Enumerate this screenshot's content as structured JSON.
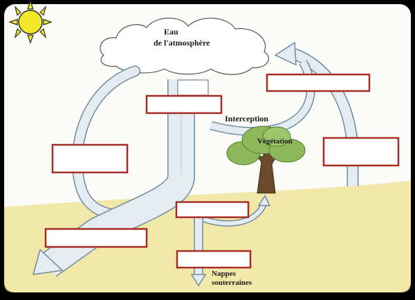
{
  "labels": {
    "atmosphere_line1": "Eau",
    "atmosphere_line2": "de l'atmosphère",
    "interception": "Interception",
    "vegetation": "Végétation",
    "groundwater_line1": "Nappes",
    "groundwater_line2": "souterraines"
  },
  "blank_boxes": [
    "",
    "",
    "",
    "",
    "",
    "",
    ""
  ],
  "colors": {
    "frame": "#000000",
    "paper": "#fbfbf8",
    "sun": "#f2e827",
    "ground": "#efe39a",
    "box_border": "#a42a22",
    "arrow": "#e4ebf1",
    "arrow_outline": "#6d8aa0",
    "tree_foliage": "#8cb85a",
    "tree_trunk": "#6b4a2b"
  }
}
